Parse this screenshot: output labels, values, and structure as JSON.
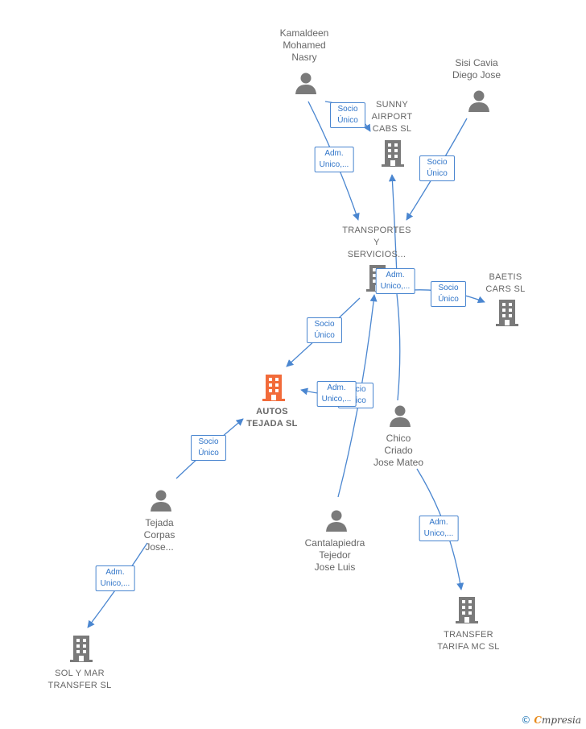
{
  "colors": {
    "edge": "#4a86d0",
    "person": "#7a7a7a",
    "company": "#7a7a7a",
    "focus_company": "#f26b3a",
    "label": "#666666"
  },
  "nodes": [
    {
      "id": "kamaldeen",
      "kind": "person",
      "label": "Kamaldeen\nMohamed\nNasry"
    },
    {
      "id": "sisi",
      "kind": "person",
      "label": "Sisi Cavia\nDiego Jose"
    },
    {
      "id": "sunny",
      "kind": "company",
      "label": "SUNNY\nAIRPORT\nCABS SL"
    },
    {
      "id": "transportes",
      "kind": "company",
      "label": "TRANSPORTES\nY\nSERVICIOS..."
    },
    {
      "id": "baetis",
      "kind": "company",
      "label": "BAETIS\nCARS SL"
    },
    {
      "id": "autos",
      "kind": "focus",
      "label": "AUTOS\nTEJADA SL"
    },
    {
      "id": "chico",
      "kind": "person",
      "label": "Chico\nCriado\nJose Mateo"
    },
    {
      "id": "tejada",
      "kind": "person",
      "label": "Tejada\nCorpas\nJose..."
    },
    {
      "id": "cantalapiedra",
      "kind": "person",
      "label": "Cantalapiedra\nTejedor\nJose Luis"
    },
    {
      "id": "transfer",
      "kind": "company",
      "label": "TRANSFER\nTARIFA MC SL"
    },
    {
      "id": "solymar",
      "kind": "company",
      "label": "SOL Y MAR\nTRANSFER SL"
    }
  ],
  "edges": [
    {
      "id": "e1",
      "label": "Socio\nÚnico"
    },
    {
      "id": "e2",
      "label": "Adm.\nUnico,..."
    },
    {
      "id": "e3",
      "label": "Socio\nÚnico"
    },
    {
      "id": "e4",
      "label": "Adm.\nUnico,..."
    },
    {
      "id": "e5",
      "label": "Socio\nÚnico"
    },
    {
      "id": "e6",
      "label": "Socio\nÚnico"
    },
    {
      "id": "e7",
      "label": "Socio\nÚnico"
    },
    {
      "id": "e8",
      "label": "Adm.\nUnico,..."
    },
    {
      "id": "e9",
      "label": "Socio\nÚnico"
    },
    {
      "id": "e10",
      "label": "Adm.\nUnico,..."
    },
    {
      "id": "e11",
      "label": "Adm.\nUnico,..."
    }
  ],
  "brand": {
    "copyright": "©",
    "e": "C",
    "rest": "mpresia"
  }
}
